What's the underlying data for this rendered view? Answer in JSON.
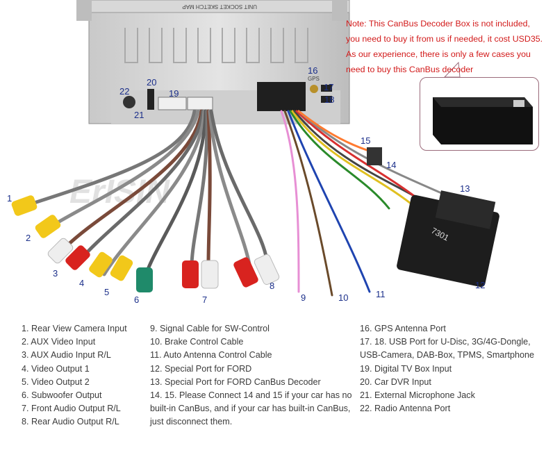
{
  "watermark": "ErISIN",
  "note": {
    "lines": [
      "Note: This CanBus Decoder Box is not included,",
      "you need to buy it from us if needed, it cost USD35.",
      "As our experience, there is only a few cases you",
      "need to buy this CanBus decoder"
    ]
  },
  "unit_label": "UNIT SOCKET SKETCH MAP",
  "gps_label": "GPS",
  "connector_label": "7301",
  "callouts": [
    "1",
    "2",
    "3",
    "4",
    "5",
    "6",
    "7",
    "8",
    "9",
    "10",
    "11",
    "12",
    "13",
    "14",
    "15",
    "16",
    "17",
    "18",
    "19",
    "20",
    "21",
    "22"
  ],
  "legend": {
    "col1": [
      "1. Rear View Camera Input",
      "2. AUX Video Input",
      "3. AUX Audio Input R/L",
      "4. Video Output 1",
      "5. Video Output 2",
      "6. Subwoofer Output",
      "7. Front Audio Output R/L",
      "8. Rear Audio Output R/L"
    ],
    "col2": [
      "9. Signal Cable for SW-Control",
      "10. Brake Control Cable",
      "11. Auto Antenna Control Cable",
      "12. Special Port for FORD",
      "13. Special Port for FORD CanBus Decoder",
      "14. 15. Please Connect 14 and 15 if your car has no built-in CanBus, and if your car has built-in CanBus, just disconnect them."
    ],
    "col3": [
      "16. GPS Antenna Port",
      "17. 18.  USB Port for U-Disc, 3G/4G-Dongle, USB-Camera, DAB-Box, TPMS, Smartphone",
      "19. Digital TV Box Input",
      "20. Car DVR Input",
      "21. External Microphone Jack",
      "22. Radio Antenna Port"
    ]
  },
  "colors": {
    "note_text": "#d21a1a",
    "callout_text": "#1b2f8a",
    "rca_yellow": "#f2c81a",
    "rca_white": "#eeeeee",
    "rca_red": "#d8231f",
    "rca_green": "#1f8a6a",
    "connector_black": "#1d1d1d"
  }
}
